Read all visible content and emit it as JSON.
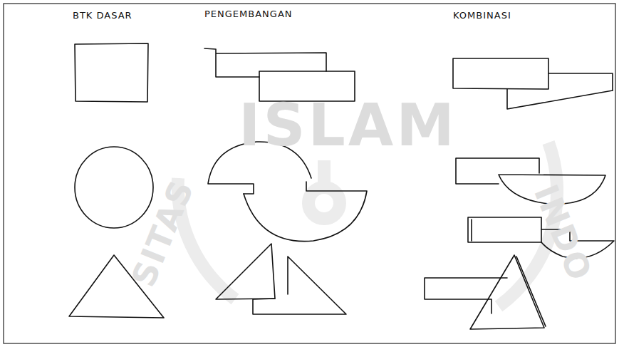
{
  "diagram": {
    "labels": [
      "BTK DASAR",
      "PENGEMBANGAN",
      "KOMBINASI",
      "ISLAM",
      "SITAS",
      "INDO"
    ]
  }
}
